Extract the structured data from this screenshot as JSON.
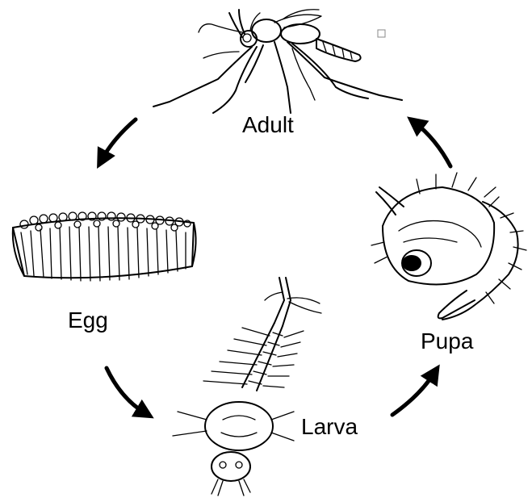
{
  "diagram": {
    "stages": [
      {
        "id": "adult",
        "label": "Adult",
        "icon": "mosquito-adult-icon"
      },
      {
        "id": "egg",
        "label": "Egg",
        "icon": "egg-raft-icon"
      },
      {
        "id": "larva",
        "label": "Larva",
        "icon": "mosquito-larva-icon"
      },
      {
        "id": "pupa",
        "label": "Pupa",
        "icon": "mosquito-pupa-icon"
      }
    ],
    "cycle_order": [
      "Adult",
      "Egg",
      "Larva",
      "Pupa",
      "Adult"
    ],
    "colors": {
      "line": "#000000",
      "background": "#ffffff"
    }
  }
}
